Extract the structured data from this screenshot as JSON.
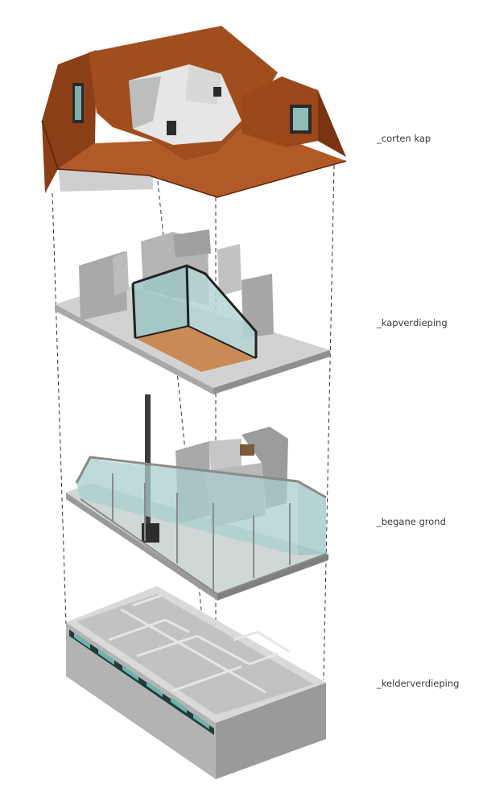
{
  "layers": [
    {
      "key": "roof",
      "label": "_corten kap"
    },
    {
      "key": "attic",
      "label": "_kapverdieping"
    },
    {
      "key": "ground",
      "label": "_begane grond"
    },
    {
      "key": "basement",
      "label": "_kelderverdieping"
    }
  ],
  "colors": {
    "corten": "#9c4a1c",
    "corten_dark": "#6e2f0f",
    "corten_light": "#b8612c",
    "concrete": "#c9c9c9",
    "concrete_dark": "#9e9e9e",
    "glass": "#9ec7c4",
    "wood": "#c98a56",
    "frame": "#2a2a2a"
  }
}
